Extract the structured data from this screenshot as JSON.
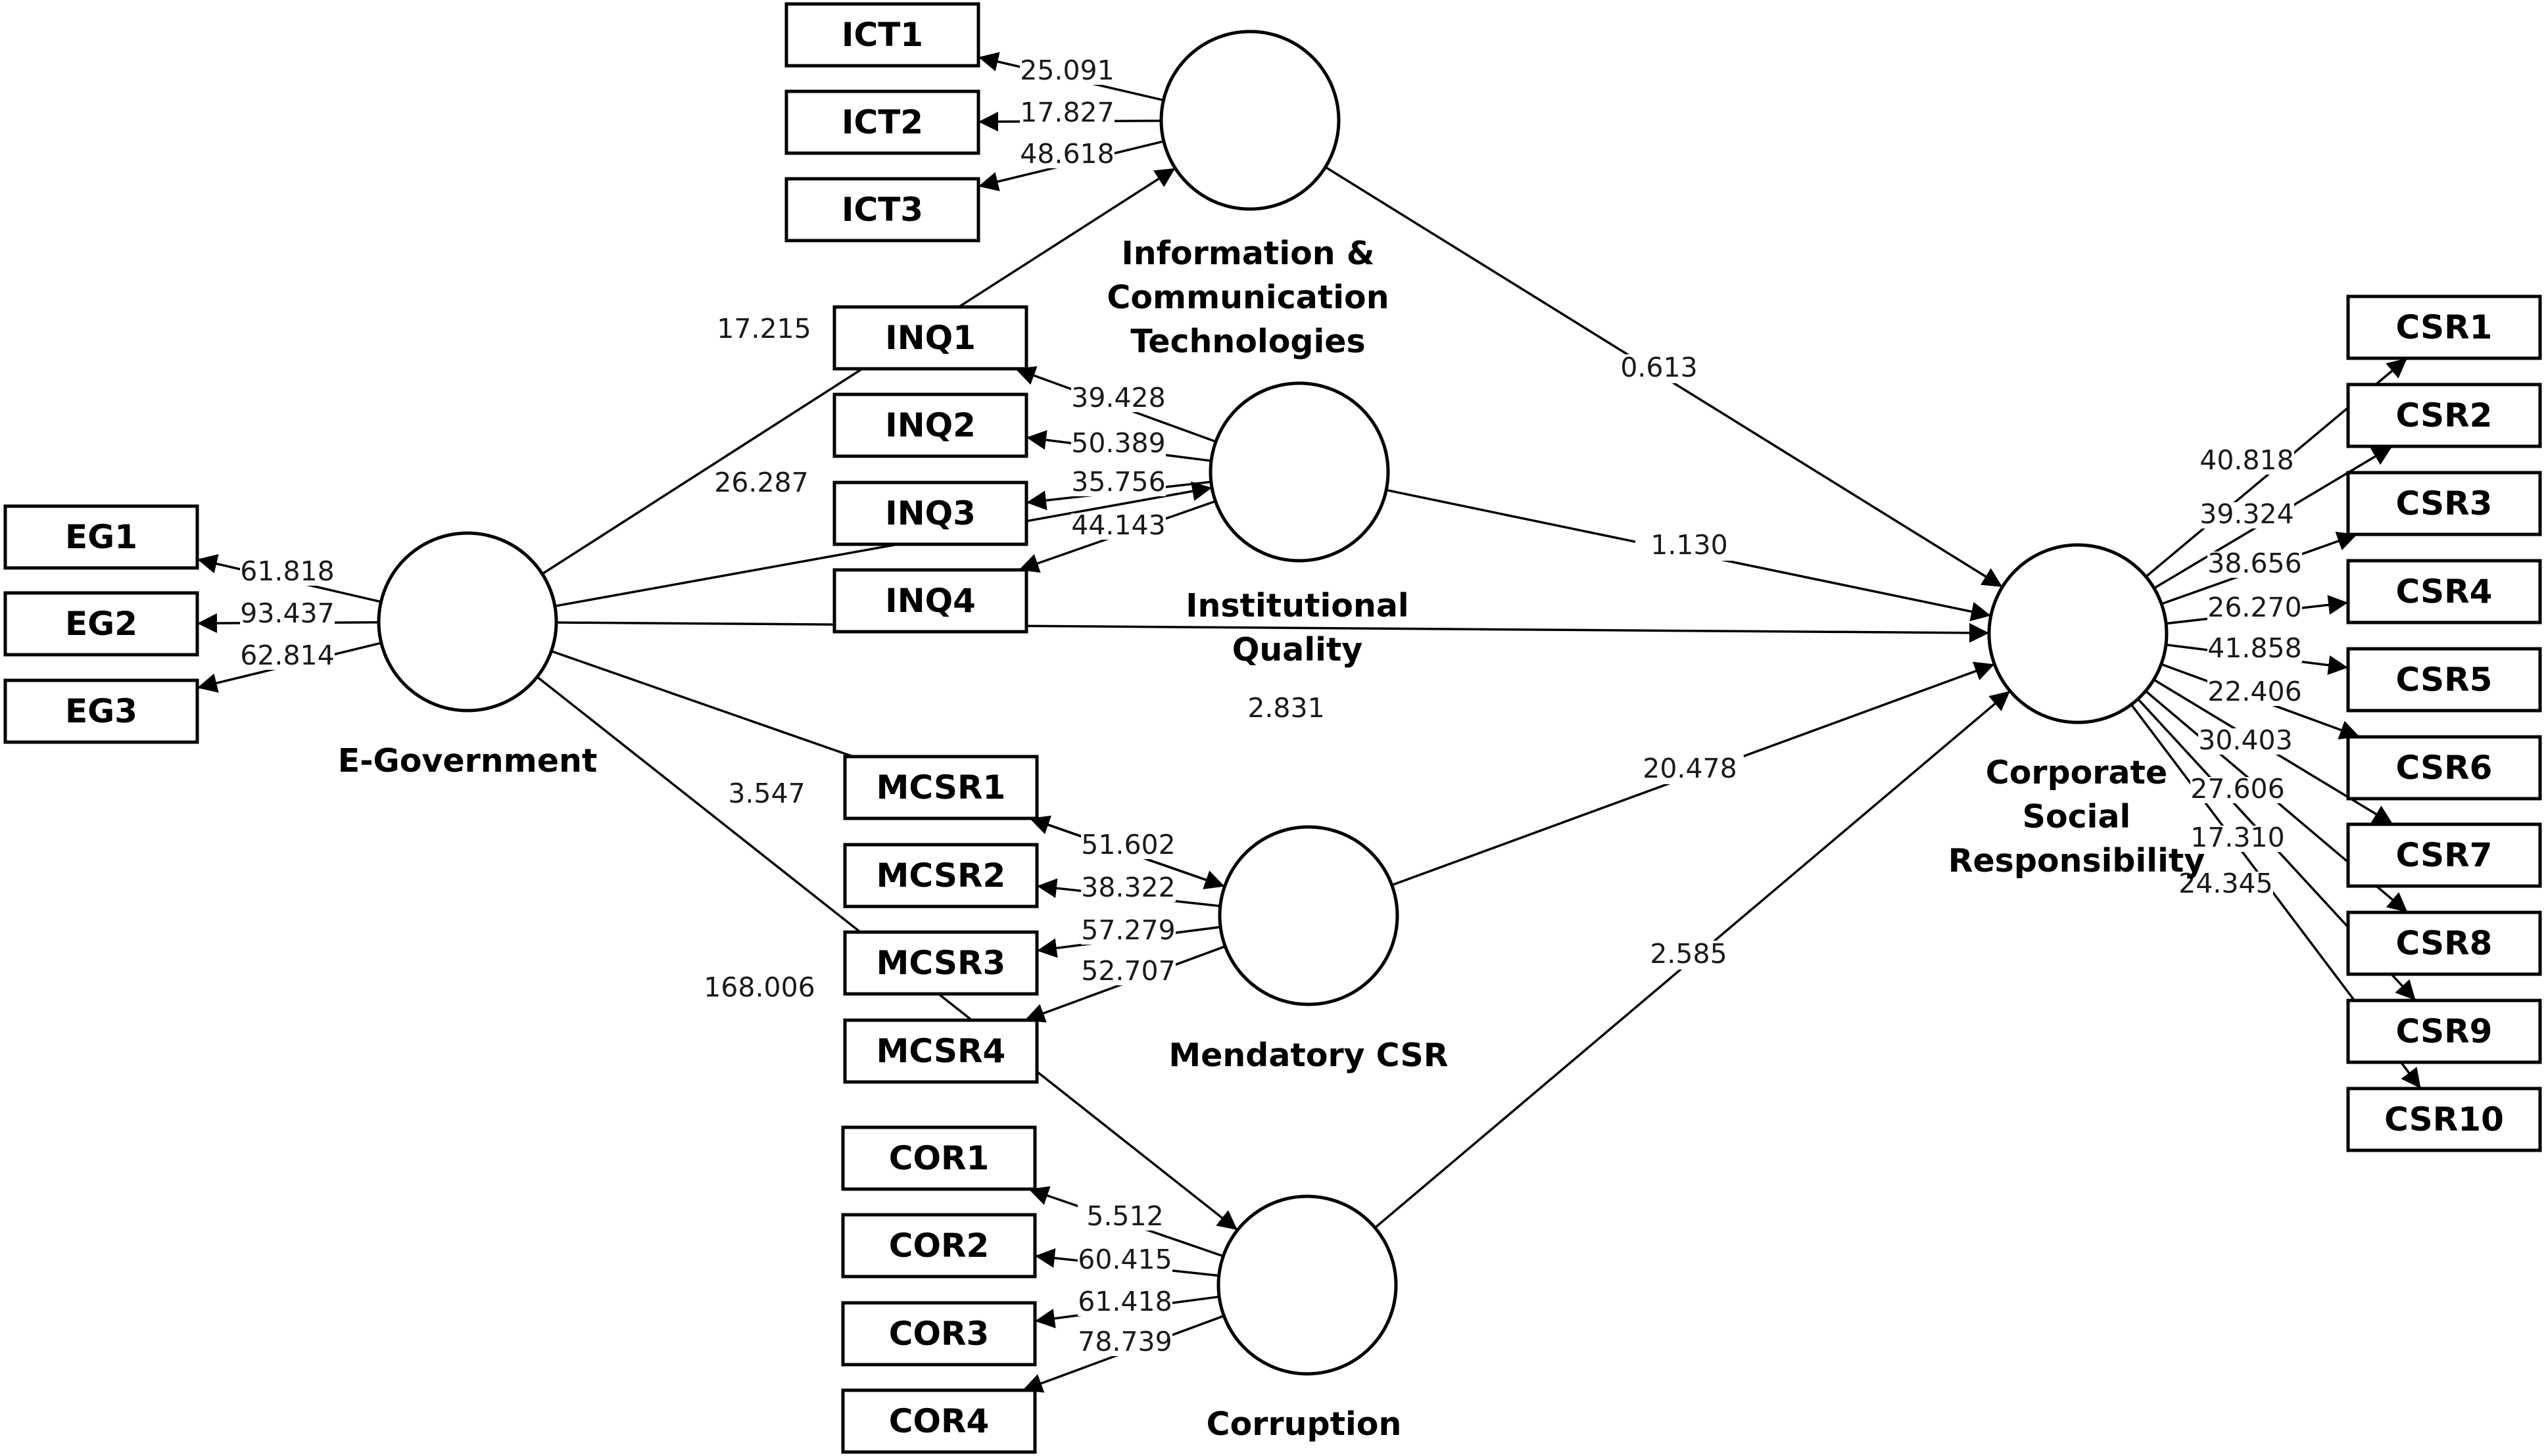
{
  "constructs": {
    "eg": {
      "label_lines": [
        "E-Government"
      ]
    },
    "ict": {
      "label_lines": [
        "Information &",
        "Communication",
        "Technologies"
      ]
    },
    "inq": {
      "label_lines": [
        "Institutional",
        "Quality"
      ]
    },
    "mcsr": {
      "label_lines": [
        "Mendatory CSR"
      ]
    },
    "cor": {
      "label_lines": [
        "Corruption"
      ]
    },
    "csr": {
      "label_lines": [
        "Corporate",
        "Social",
        "Responsibility"
      ]
    }
  },
  "indicators": [
    {
      "id": "EG1",
      "construct": "eg",
      "loading": "61.818"
    },
    {
      "id": "EG2",
      "construct": "eg",
      "loading": "93.437"
    },
    {
      "id": "EG3",
      "construct": "eg",
      "loading": "62.814"
    },
    {
      "id": "ICT1",
      "construct": "ict",
      "loading": "25.091"
    },
    {
      "id": "ICT2",
      "construct": "ict",
      "loading": "17.827"
    },
    {
      "id": "ICT3",
      "construct": "ict",
      "loading": "48.618"
    },
    {
      "id": "INQ1",
      "construct": "inq",
      "loading": "39.428"
    },
    {
      "id": "INQ2",
      "construct": "inq",
      "loading": "50.389"
    },
    {
      "id": "INQ3",
      "construct": "inq",
      "loading": "35.756"
    },
    {
      "id": "INQ4",
      "construct": "inq",
      "loading": "44.143"
    },
    {
      "id": "MCSR1",
      "construct": "mcsr",
      "loading": "51.602"
    },
    {
      "id": "MCSR2",
      "construct": "mcsr",
      "loading": "38.322"
    },
    {
      "id": "MCSR3",
      "construct": "mcsr",
      "loading": "57.279"
    },
    {
      "id": "MCSR4",
      "construct": "mcsr",
      "loading": "52.707"
    },
    {
      "id": "COR1",
      "construct": "cor",
      "loading": "5.512"
    },
    {
      "id": "COR2",
      "construct": "cor",
      "loading": "60.415"
    },
    {
      "id": "COR3",
      "construct": "cor",
      "loading": "61.418"
    },
    {
      "id": "COR4",
      "construct": "cor",
      "loading": "78.739"
    },
    {
      "id": "CSR1",
      "construct": "csr",
      "loading": "40.818"
    },
    {
      "id": "CSR2",
      "construct": "csr",
      "loading": "39.324"
    },
    {
      "id": "CSR3",
      "construct": "csr",
      "loading": "38.656"
    },
    {
      "id": "CSR4",
      "construct": "csr",
      "loading": "26.270"
    },
    {
      "id": "CSR5",
      "construct": "csr",
      "loading": "41.858"
    },
    {
      "id": "CSR6",
      "construct": "csr",
      "loading": "22.406"
    },
    {
      "id": "CSR7",
      "construct": "csr",
      "loading": "30.403"
    },
    {
      "id": "CSR8",
      "construct": "csr",
      "loading": "27.606"
    },
    {
      "id": "CSR9",
      "construct": "csr",
      "loading": "17.310"
    },
    {
      "id": "CSR10",
      "construct": "csr",
      "loading": "24.345"
    }
  ],
  "paths": [
    {
      "from": "eg",
      "to": "ict",
      "value": "17.215"
    },
    {
      "from": "eg",
      "to": "inq",
      "value": "26.287"
    },
    {
      "from": "eg",
      "to": "mcsr",
      "value": "3.547"
    },
    {
      "from": "eg",
      "to": "cor",
      "value": "168.006"
    },
    {
      "from": "eg",
      "to": "csr",
      "value": "2.831"
    },
    {
      "from": "ict",
      "to": "csr",
      "value": "0.613"
    },
    {
      "from": "inq",
      "to": "csr",
      "value": "1.130"
    },
    {
      "from": "mcsr",
      "to": "csr",
      "value": "20.478"
    },
    {
      "from": "cor",
      "to": "csr",
      "value": "2.585"
    }
  ]
}
